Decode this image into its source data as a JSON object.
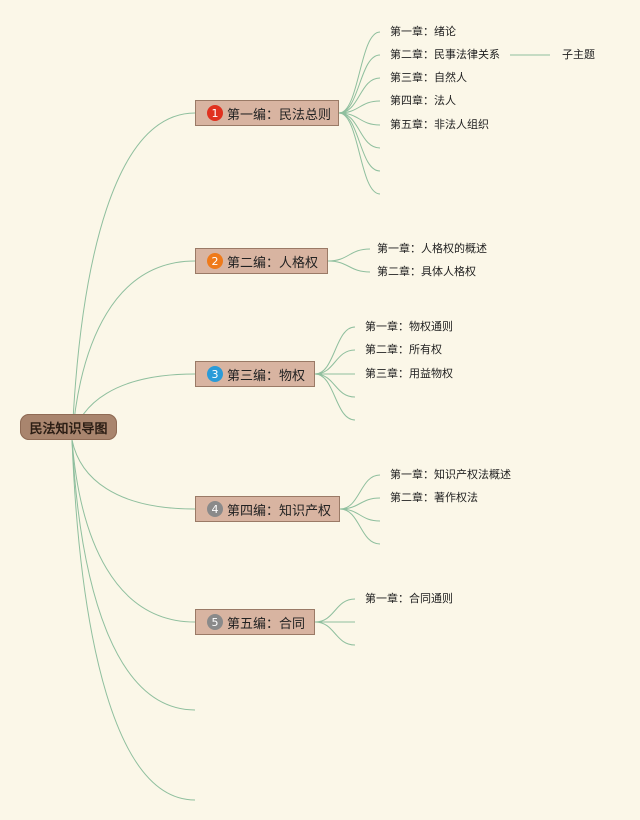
{
  "root": {
    "label": "民法知识导图"
  },
  "parts": [
    {
      "number": "1",
      "label": "第一编：民法总则",
      "badge_color": "#e0311f",
      "chapters": [
        "第一章：绪论",
        "第二章：民事法律关系",
        "第三章：自然人",
        "第四章：法人",
        "第五章：非法人组织"
      ]
    },
    {
      "number": "2",
      "label": "第二编：人格权",
      "badge_color": "#ef7a1a",
      "chapters": [
        "第一章：人格权的概述",
        "第二章：具体人格权"
      ]
    },
    {
      "number": "3",
      "label": "第三编：物权",
      "badge_color": "#2a9bd8",
      "chapters": [
        "第一章：物权通则",
        "第二章：所有权",
        "第三章：用益物权"
      ]
    },
    {
      "number": "4",
      "label": "第四编：知识产权",
      "badge_color": "#8a8a8a",
      "chapters": [
        "第一章：知识产权法概述",
        "第二章：著作权法"
      ]
    },
    {
      "number": "5",
      "label": "第五编：合同",
      "badge_color": "#8a8a8a",
      "chapters": [
        "第一章：合同通则"
      ]
    }
  ],
  "subtopic": {
    "label": "子主题"
  },
  "colors": {
    "line": "#8fbf9e",
    "background": "#fbf7e8"
  }
}
